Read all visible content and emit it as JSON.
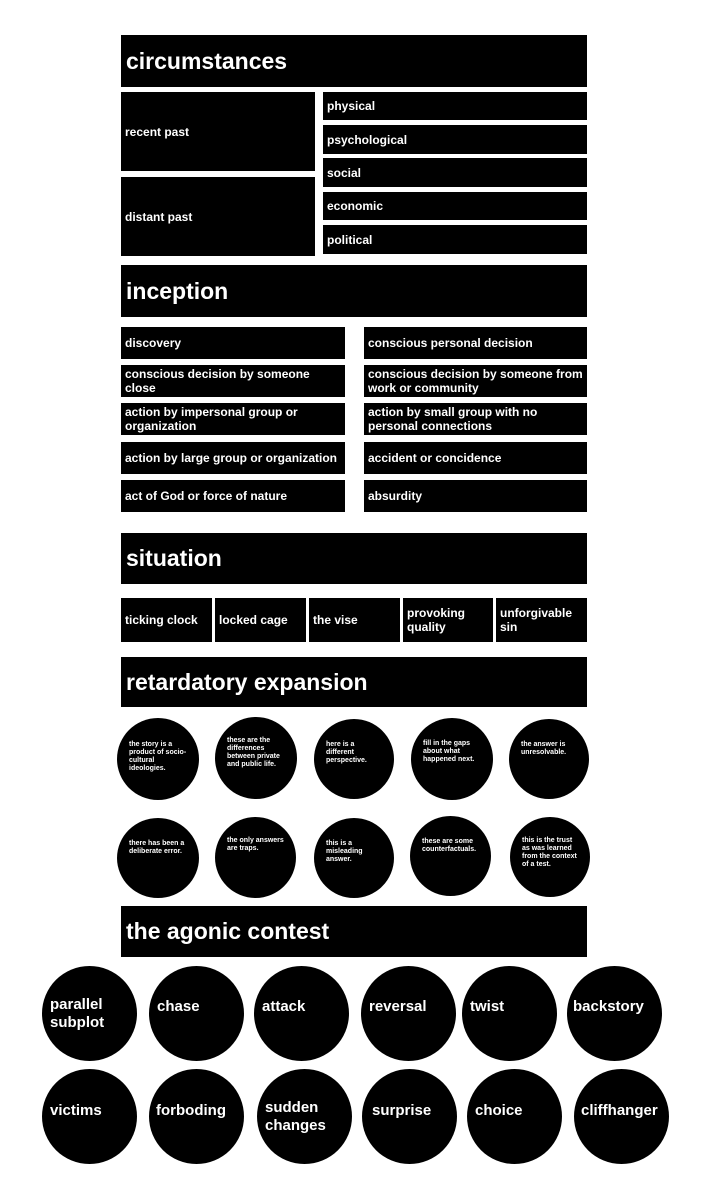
{
  "circumstances": {
    "title": "circumstances",
    "time": [
      "recent past",
      "distant past"
    ],
    "aspects": [
      "physical",
      "psychological",
      "social",
      "economic",
      "political"
    ]
  },
  "inception": {
    "title": "inception",
    "left": [
      "discovery",
      "conscious decision by someone close",
      "action by impersonal group or organization",
      "action by large group or organization",
      "act of God or force of nature"
    ],
    "right": [
      "conscious personal decision",
      "conscious decision by someone from work or community",
      "action by small group with no personal connections",
      "accident or concidence",
      "absurdity"
    ]
  },
  "situation": {
    "title": "situation",
    "items": [
      "ticking clock",
      "locked cage",
      "the vise",
      "provoking quality",
      "unforgivable sin"
    ]
  },
  "retardatory": {
    "title": "retardatory expansion",
    "row1": [
      "the story is a product of socio-cultural ideologies.",
      "these are the differences between private and public life.",
      "here is a different perspective.",
      "fill in the gaps about what happened next.",
      "the answer is unresolvable."
    ],
    "row2": [
      "there has been a deliberate error.",
      "the only answers are traps.",
      "this is a misleading answer.",
      "these are some counterfactuals.",
      "this is the trust as was learned from the context of a test."
    ]
  },
  "agonic": {
    "title": "the agonic contest",
    "row1": [
      "parallel subplot",
      "chase",
      "attack",
      "reversal",
      "twist",
      "backstory"
    ],
    "row2": [
      "victims",
      "forboding",
      "sudden changes",
      "surprise",
      "choice",
      "cliffhanger"
    ]
  }
}
